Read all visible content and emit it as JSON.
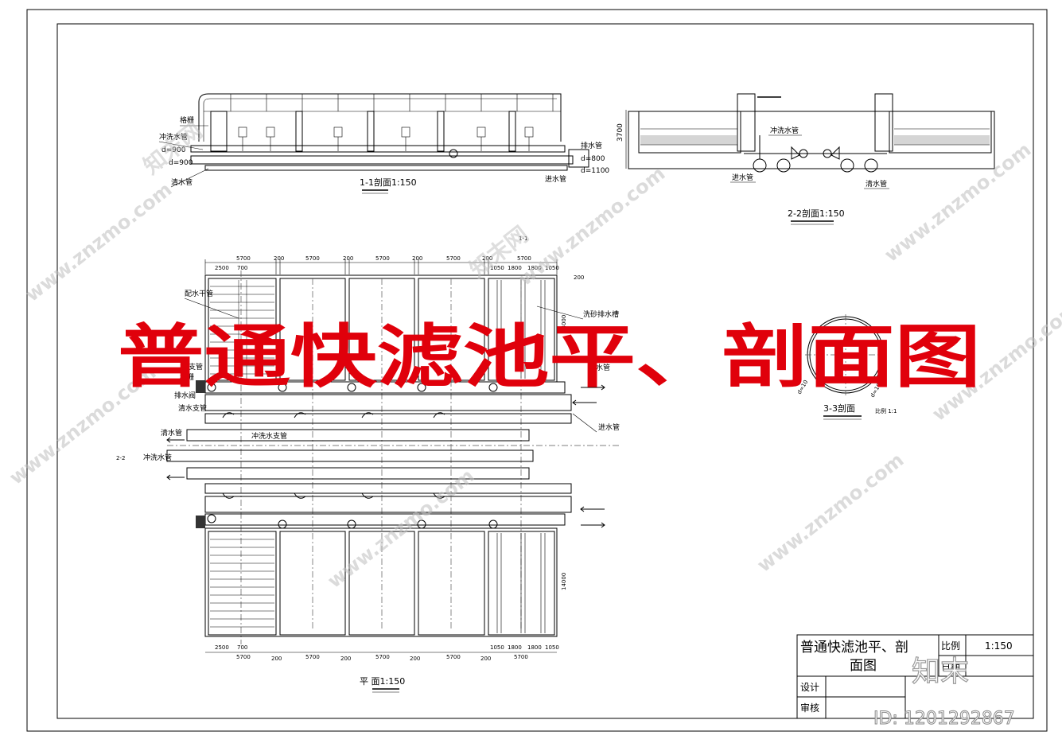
{
  "drawing_title": "普通快滤池平、剖面图",
  "section_1_1": {
    "title": "1-1剖面1:150",
    "labels": {
      "grating": "格栅",
      "backwash_pipe": "冲洗水管",
      "d900_a": "d=900",
      "d900_b": "d=900",
      "clear_water": "清水管",
      "drain": "排水管",
      "d800": "d=800",
      "d1100": "d=1100",
      "inlet": "进水管"
    }
  },
  "section_2_2": {
    "title": "2-2剖面1:150",
    "height_dim": "3700",
    "labels": {
      "backwash": "冲洗水管",
      "inlet": "进水管",
      "clear": "清水管"
    }
  },
  "section_3_3": {
    "title": "3-3剖面",
    "scale": "比例 1:1",
    "d_left": "d=10",
    "d_right": "d=10"
  },
  "plan": {
    "title": "平  面1:150",
    "top_dims": [
      "5700",
      "200",
      "5700",
      "200",
      "5700",
      "200",
      "5700",
      "200",
      "5700"
    ],
    "sub_dims": [
      "2500",
      "700",
      "1050",
      "1800",
      "1800",
      "1050"
    ],
    "side_dims": {
      "top": "200",
      "upper": "14000",
      "lower": "14000"
    },
    "labels": {
      "header": "配水干管",
      "sand_trough": "洗砂排水槽",
      "branch": "水支管",
      "grating": "格栅",
      "drain_well": "排水阀",
      "drain": "排水管",
      "clear_branch": "清水支管",
      "clear": "清水管",
      "backwash_branch": "冲洗水支管",
      "backwash": "冲洗水管",
      "inlet": "进水管",
      "cut_a": "1-1",
      "cut_b": "2-2"
    }
  },
  "title_block": {
    "name_line1": "普通快滤池平、剖",
    "name_line2": "面图",
    "scale_label": "比例",
    "scale_value": "1:150",
    "date_label": "日期",
    "design_label": "设计",
    "review_label": "审核"
  },
  "watermark": {
    "site": "www.znzmo.com",
    "brand": "知末网",
    "logo": "知末",
    "id": "ID: 1201292867"
  }
}
